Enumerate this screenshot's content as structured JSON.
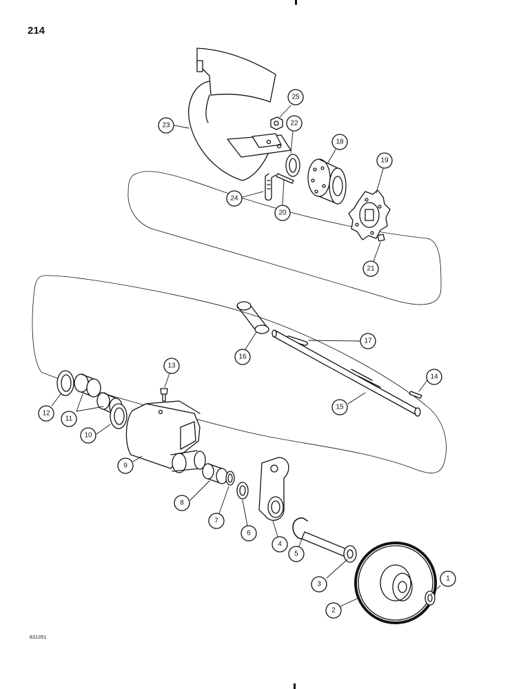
{
  "page": {
    "number": "214",
    "figure_code": "831351"
  },
  "callouts": [
    "1",
    "2",
    "3",
    "4",
    "5",
    "6",
    "7",
    "8",
    "9",
    "10",
    "11",
    "12",
    "13",
    "14",
    "15",
    "16",
    "17",
    "18",
    "19",
    "20",
    "21",
    "22",
    "23",
    "24",
    "25"
  ]
}
